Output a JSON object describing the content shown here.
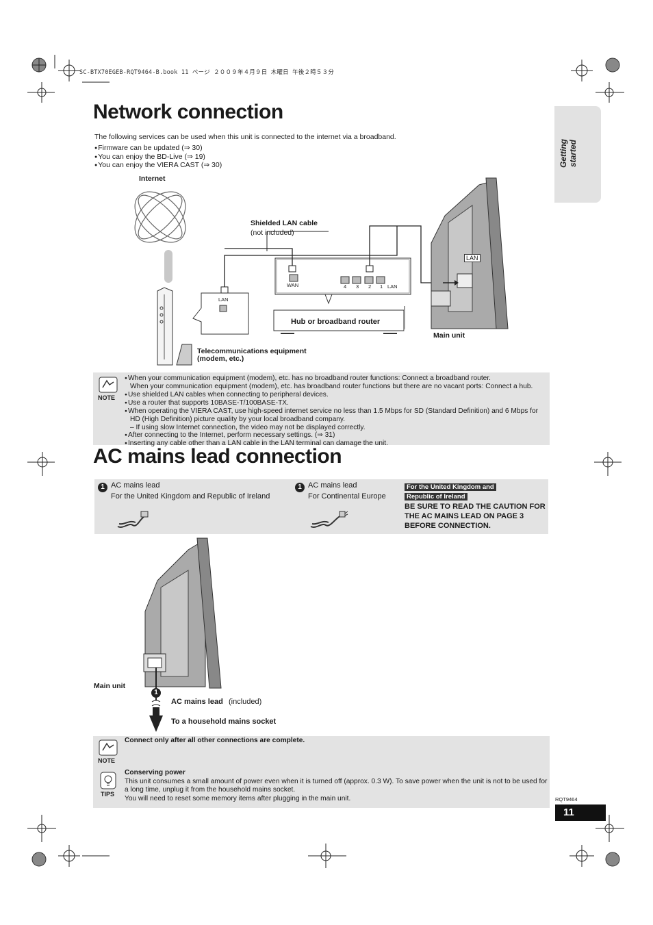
{
  "file_header": "SC-BTX70EGEB-RQT9464-B.book  11 ページ  ２００９年４月９日  木曜日  午後２時５３分",
  "side_tab": "Getting started",
  "network": {
    "title": "Network connection",
    "intro": "The following services can be used when this unit is connected to the internet via a broadband.",
    "bullets": [
      "Firmware can be updated (⇒ 30)",
      "You can enjoy the BD-Live (⇒ 19)",
      "You can enjoy the VIERA CAST (⇒ 30)"
    ],
    "diagram": {
      "internet": "Internet",
      "cable_label": "Shielded LAN cable",
      "cable_note": "(not included)",
      "router_label": "Hub or broadband router",
      "main_unit": "Main unit",
      "telecom_line1": "Telecommunications equipment",
      "telecom_line2": "(modem, etc.)",
      "lan": "LAN",
      "wan": "WAN",
      "ports": [
        "4",
        "3",
        "2",
        "1"
      ],
      "router_lan": "LAN",
      "unit_lan": "LAN"
    },
    "note": {
      "icon_label": "NOTE",
      "items": [
        {
          "type": "dot",
          "text": "When your communication equipment (modem), etc. has no broadband router functions: Connect a broadband router."
        },
        {
          "type": "cont",
          "text": "When your communication equipment (modem), etc. has broadband router functions but there are no vacant ports: Connect a hub."
        },
        {
          "type": "dot",
          "text": "Use shielded LAN cables when connecting to peripheral devices."
        },
        {
          "type": "dot",
          "text": "Use a router that supports 10BASE-T/100BASE-TX."
        },
        {
          "type": "dot",
          "text": "When operating the VIERA CAST, use high-speed internet service no less than 1.5 Mbps for SD (Standard Definition) and 6 Mbps for HD (High Definition) picture quality by your local broadband company."
        },
        {
          "type": "cont",
          "text": "– If using slow Internet connection, the video may not be displayed correctly."
        },
        {
          "type": "dot",
          "text": "After connecting to the Internet, perform necessary settings. (⇒ 31)"
        },
        {
          "type": "dot",
          "text": "Inserting any cable other than a LAN cable in the LAN terminal can damage the unit."
        }
      ]
    }
  },
  "ac": {
    "title": "AC mains lead connection",
    "lead1": {
      "num": "1",
      "title": "AC mains lead",
      "region": "For the United Kingdom and Republic of Ireland"
    },
    "lead2": {
      "num": "1",
      "title": "AC mains lead",
      "region": "For Continental Europe"
    },
    "uk_tag1": "For the United Kingdom and",
    "uk_tag2": "Republic of Ireland",
    "caution": "BE SURE TO READ THE CAUTION FOR THE AC MAINS LEAD ON PAGE 3 BEFORE CONNECTION.",
    "main_unit": "Main unit",
    "lead_num": "1",
    "lead_label": "AC mains lead",
    "lead_note": "(included)",
    "socket": "To a household mains socket"
  },
  "bottom": {
    "note_label": "NOTE",
    "note_text": "Connect only after all other connections are complete.",
    "tips_label": "TIPS",
    "tips_title": "Conserving power",
    "tips_text1": "This unit consumes a small amount of power even when it is turned off (approx. 0.3 W). To save power when the unit is not to be used for a long time, unplug it from the household mains socket.",
    "tips_text2": "You will need to reset some memory items after plugging in the main unit."
  },
  "model": "RQT9464",
  "page_number": "11"
}
